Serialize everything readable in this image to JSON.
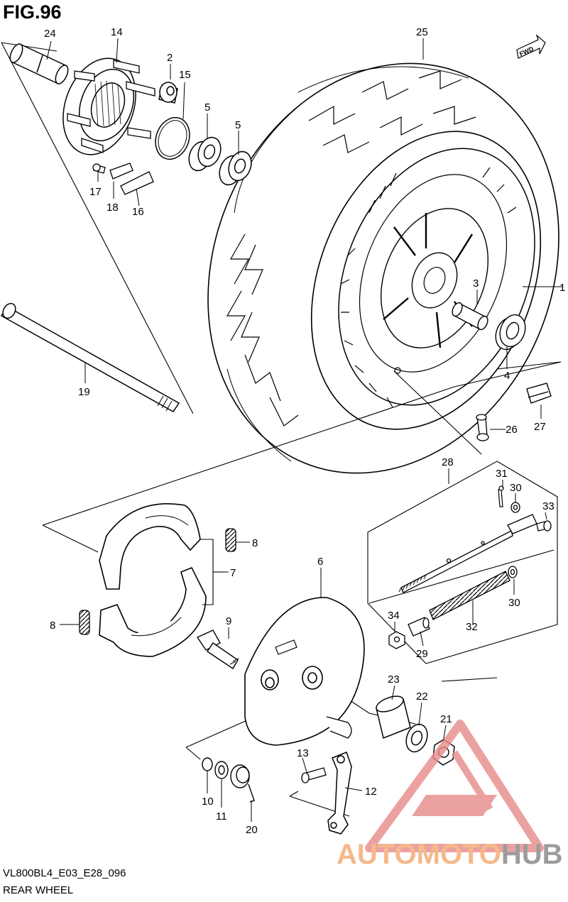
{
  "figure": {
    "title": "FIG.96",
    "model_code": "VL800BL4_E03_E28_096",
    "subtitle": "REAR WHEEL",
    "fwd_label": "FWD"
  },
  "callouts": [
    {
      "id": "c24",
      "text": "24"
    },
    {
      "id": "c14",
      "text": "14"
    },
    {
      "id": "c2",
      "text": "2"
    },
    {
      "id": "c15",
      "text": "15"
    },
    {
      "id": "c5a",
      "text": "5"
    },
    {
      "id": "c5b",
      "text": "5"
    },
    {
      "id": "c25",
      "text": "25"
    },
    {
      "id": "c17",
      "text": "17"
    },
    {
      "id": "c18",
      "text": "18"
    },
    {
      "id": "c16",
      "text": "16"
    },
    {
      "id": "c3",
      "text": "3"
    },
    {
      "id": "c1",
      "text": "1"
    },
    {
      "id": "c4",
      "text": "4"
    },
    {
      "id": "c19",
      "text": "19"
    },
    {
      "id": "c26",
      "text": "26"
    },
    {
      "id": "c27",
      "text": "27"
    },
    {
      "id": "c28",
      "text": "28"
    },
    {
      "id": "c31",
      "text": "31"
    },
    {
      "id": "c30a",
      "text": "30"
    },
    {
      "id": "c33",
      "text": "33"
    },
    {
      "id": "c8a",
      "text": "8"
    },
    {
      "id": "c7",
      "text": "7"
    },
    {
      "id": "c6",
      "text": "6"
    },
    {
      "id": "c30b",
      "text": "30"
    },
    {
      "id": "c32",
      "text": "32"
    },
    {
      "id": "c34",
      "text": "34"
    },
    {
      "id": "c29",
      "text": "29"
    },
    {
      "id": "c8b",
      "text": "8"
    },
    {
      "id": "c9",
      "text": "9"
    },
    {
      "id": "c23",
      "text": "23"
    },
    {
      "id": "c22",
      "text": "22"
    },
    {
      "id": "c21",
      "text": "21"
    },
    {
      "id": "c13",
      "text": "13"
    },
    {
      "id": "c12",
      "text": "12"
    },
    {
      "id": "c10",
      "text": "10"
    },
    {
      "id": "c11",
      "text": "11"
    },
    {
      "id": "c20",
      "text": "20"
    }
  ],
  "watermark": {
    "part_a": "AUTOMOTO",
    "part_b": "HUB",
    "colors": {
      "accent": "#f4b98c",
      "gray": "#9c9c9c",
      "triangle": "#e88a8a"
    }
  }
}
